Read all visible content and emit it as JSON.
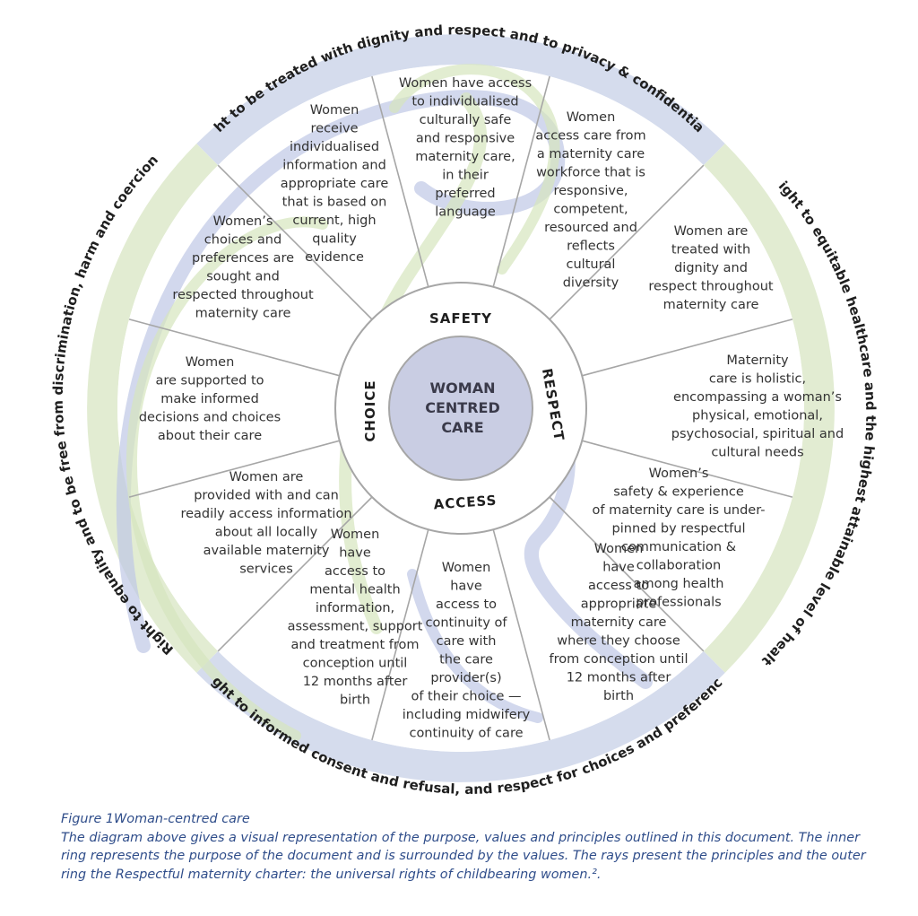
{
  "rights": {
    "top": "Right to be treated with dignity and respect and to privacy & confidentiality",
    "right": "Right to equitable healthcare and the highest attainable level of health",
    "bottom": "Right to informed consent and refusal, and respect for choices and preferences",
    "left": "Right to equality and to be free from discrimination, harm and coercion"
  },
  "values": {
    "top": "SAFETY",
    "right": "RESPECT",
    "bottom": "ACCESS",
    "left": "CHOICE"
  },
  "center": [
    "WOMAN",
    "CENTRED",
    "CARE"
  ],
  "principles": [
    [
      "Women have access",
      "to individualised",
      "culturally safe",
      "and responsive",
      "maternity care,",
      "in their",
      "preferred",
      "language"
    ],
    [
      "Women",
      "access care from",
      "a maternity care",
      "workforce that is",
      "responsive,",
      "competent,",
      "resourced and",
      "reflects",
      "cultural",
      "diversity"
    ],
    [
      "Women are",
      "treated with",
      "dignity and",
      "respect throughout",
      "maternity care"
    ],
    [
      "Maternity",
      "care is holistic,",
      "encompassing a woman’s",
      "physical, emotional,",
      "psychosocial, spiritual and",
      "cultural  needs"
    ],
    [
      "Women’s",
      "safety & experience",
      "of maternity care is under-",
      "pinned by respectful",
      "communication &",
      "collaboration",
      "among health",
      "professionals"
    ],
    [
      "Women",
      "have",
      "access to",
      "appropriate",
      "maternity care",
      "where they choose",
      "from conception until",
      "12 months after",
      "birth"
    ],
    [
      "Women",
      "have",
      "access to",
      "continuity of",
      "care with",
      "the care",
      "provider(s)",
      "of their choice —",
      "including midwifery",
      "continuity of care"
    ],
    [
      "Women",
      "have",
      "access to",
      "mental health",
      "information,",
      "assessment, support",
      "and treatment from",
      "conception until",
      "12 months after",
      "birth"
    ],
    [
      "Women are",
      "provided with and can",
      "readily access information",
      "about all locally",
      "available maternity",
      "services"
    ],
    [
      "Women",
      "are supported to",
      "make informed",
      "decisions and choices",
      "about their care"
    ],
    [
      "Women’s",
      "choices and",
      "preferences are",
      "sought and",
      "respected throughout",
      "maternity care"
    ],
    [
      "Women",
      "receive",
      "individualised",
      "information and",
      "appropriate care",
      "that is based on",
      "current, high",
      "quality",
      "evidence"
    ]
  ],
  "caption": {
    "title": "Figure 1Woman-centred care",
    "body": "The diagram above gives a visual representation of the purpose, values and principles outlined in this document. The inner ring represents the purpose of the document and is surrounded by the values. The rays present the principles and the outer ring the Respectful maternity charter: the universal rights of childbearing women.²."
  },
  "colors": {
    "outer_blue": "#d5dced",
    "outer_green": "#e2ecd2",
    "ray_line": "#a6a6a6",
    "center_fill": "#c9cde3",
    "swirl_blue": "#bfc7e6",
    "swirl_green": "#d5e6be",
    "caption": "#2f4d8a"
  }
}
